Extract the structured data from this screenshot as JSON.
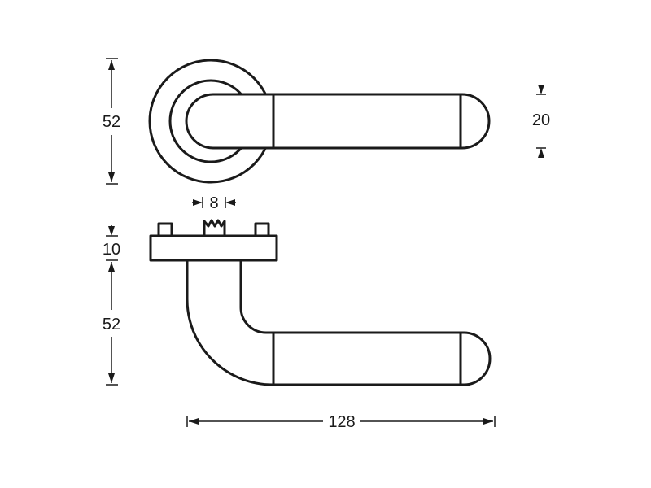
{
  "dimensions": {
    "top_height": "52",
    "lever_width": "20",
    "spindle": "8",
    "rose_thickness": "10",
    "side_height": "52",
    "projection": "128"
  },
  "colors": {
    "line": "#1a1a1a",
    "background": "#ffffff"
  }
}
